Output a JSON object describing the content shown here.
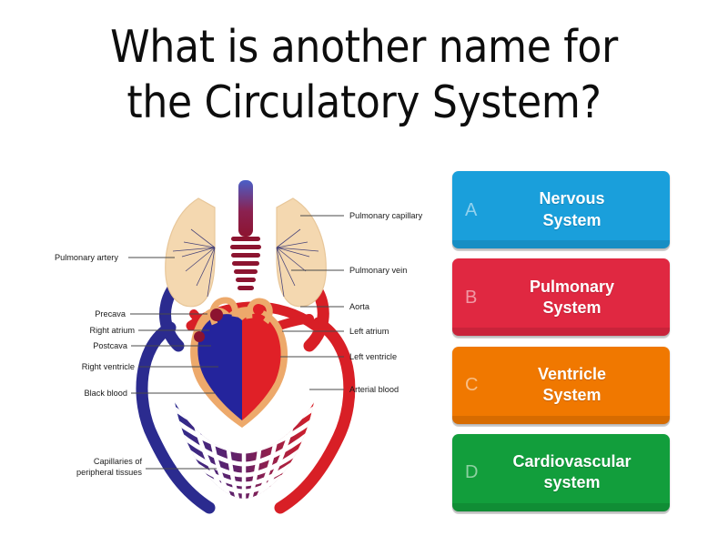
{
  "question": {
    "text": "What is another name for\nthe Circulatory System?"
  },
  "answers": [
    {
      "letter": "A",
      "label": "Nervous\nSystem",
      "color": "#1a9fdb"
    },
    {
      "letter": "B",
      "label": "Pulmonary\nSystem",
      "color": "#e02841"
    },
    {
      "letter": "C",
      "label": "Ventricle\nSystem",
      "color": "#f07800"
    },
    {
      "letter": "D",
      "label": "Cardiovascular\nsystem",
      "color": "#129e3c"
    }
  ],
  "diagram": {
    "name": "circulatory-system-diagram",
    "labels_left": [
      {
        "text": "Pulmonary artery"
      },
      {
        "text": "Precava"
      },
      {
        "text": "Right atrium"
      },
      {
        "text": "Postcava"
      },
      {
        "text": "Right ventricle"
      },
      {
        "text": "Black blood"
      },
      {
        "text": "Capillaries of"
      },
      {
        "text": "peripheral tissues"
      }
    ],
    "labels_right": [
      {
        "text": "Pulmonary capillary"
      },
      {
        "text": "Pulmonary vein"
      },
      {
        "text": "Aorta"
      },
      {
        "text": "Left atrium"
      },
      {
        "text": "Left ventricle"
      },
      {
        "text": "Arterial blood"
      }
    ],
    "colors": {
      "deoxygenated_blood": "#2b2b8f",
      "oxygenated_blood": "#d81f26",
      "lung_tissue": "#f4d8b0",
      "heart_outline": "#eda96b",
      "capillary_bed_mix": "#6a2a63"
    }
  }
}
